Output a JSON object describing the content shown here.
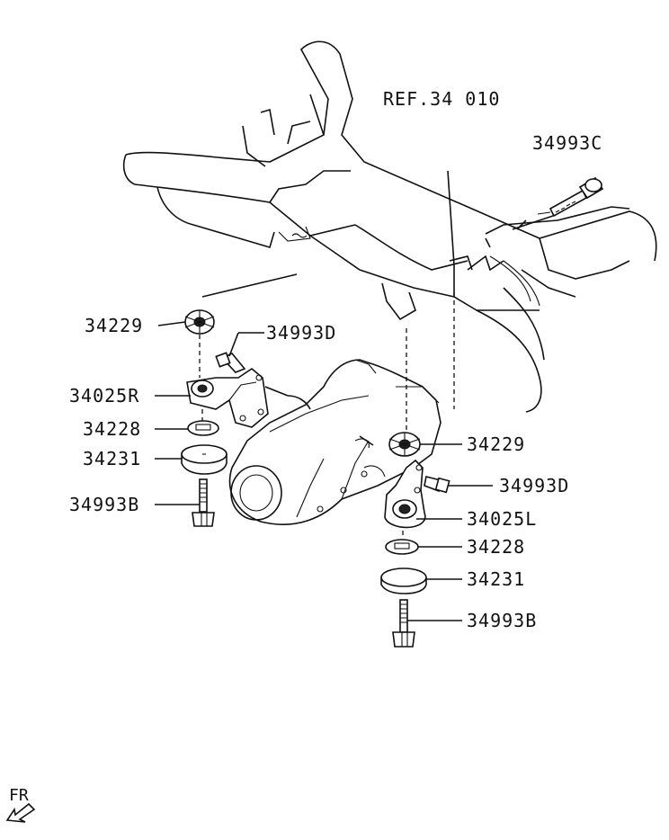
{
  "labels": {
    "ref": "REF.34 010",
    "bolt_top": "34993C",
    "l_bushing_top": "34229",
    "l_bolt_side": "34993D",
    "l_bracket": "34025R",
    "l_washer": "34228",
    "l_plate": "34231",
    "l_bolt_bottom": "34993B",
    "r_bushing_top": "34229",
    "r_bolt_side": "34993D",
    "r_bracket": "34025L",
    "r_washer": "34228",
    "r_plate": "34231",
    "r_bolt_bottom": "34993B"
  },
  "direction": {
    "text": "FR"
  }
}
